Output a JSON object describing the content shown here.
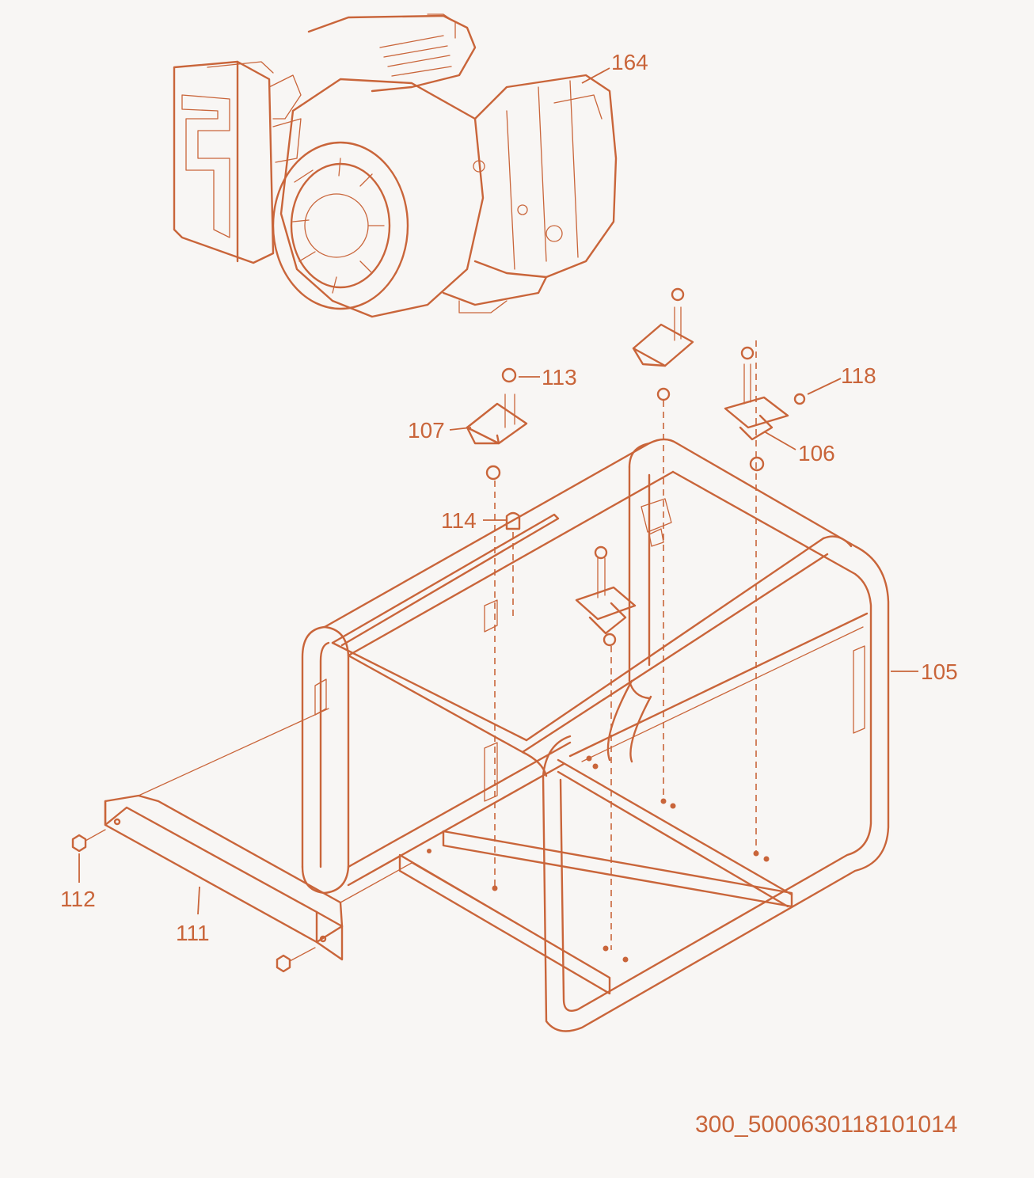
{
  "labels": {
    "p164": "164",
    "p113": "113",
    "p118": "118",
    "p107": "107",
    "p106": "106",
    "p114": "114",
    "p105": "105",
    "p112": "112",
    "p111": "111"
  },
  "drawing_code": "300_5000630118101014",
  "colors": {
    "line": "#c9653a",
    "background": "#f8f6f4"
  }
}
